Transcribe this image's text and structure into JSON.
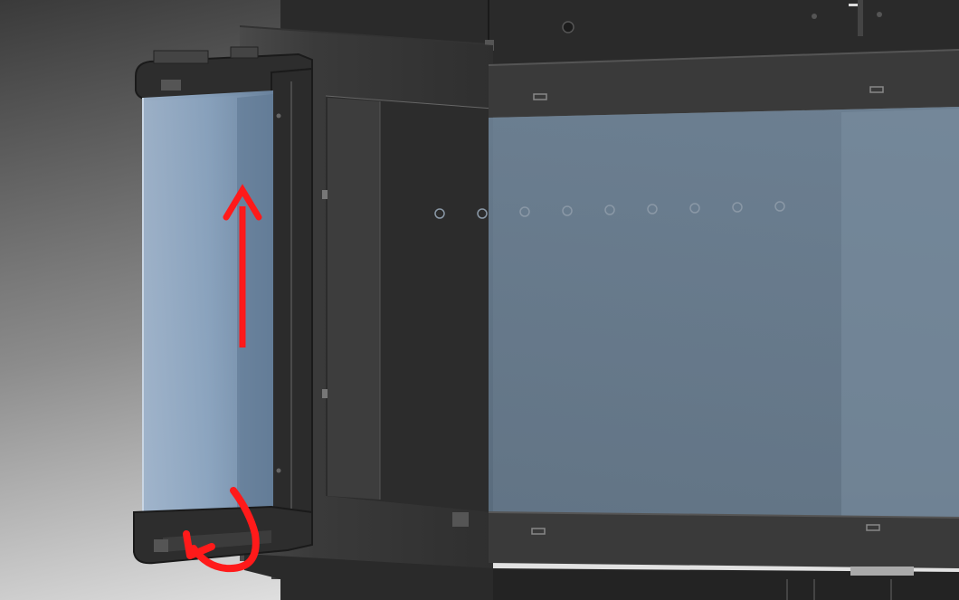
{
  "scene": {
    "subject": "fireplace-cad-render",
    "view": "isometric",
    "annotations": {
      "lift-arrow": {
        "direction": "up",
        "color": "#ff1a1a"
      },
      "tilt-arrow": {
        "direction": "curved-left",
        "color": "#ff1a1a"
      }
    },
    "colors": {
      "backdrop_light": "#e2e2e2",
      "backdrop_dark": "#3a3a3a",
      "body": "#3e3e3e",
      "body_dark": "#2c2c2c",
      "glass": "#8aa7c4",
      "frame": "#262626",
      "arrow": "#ff1a1a"
    }
  }
}
